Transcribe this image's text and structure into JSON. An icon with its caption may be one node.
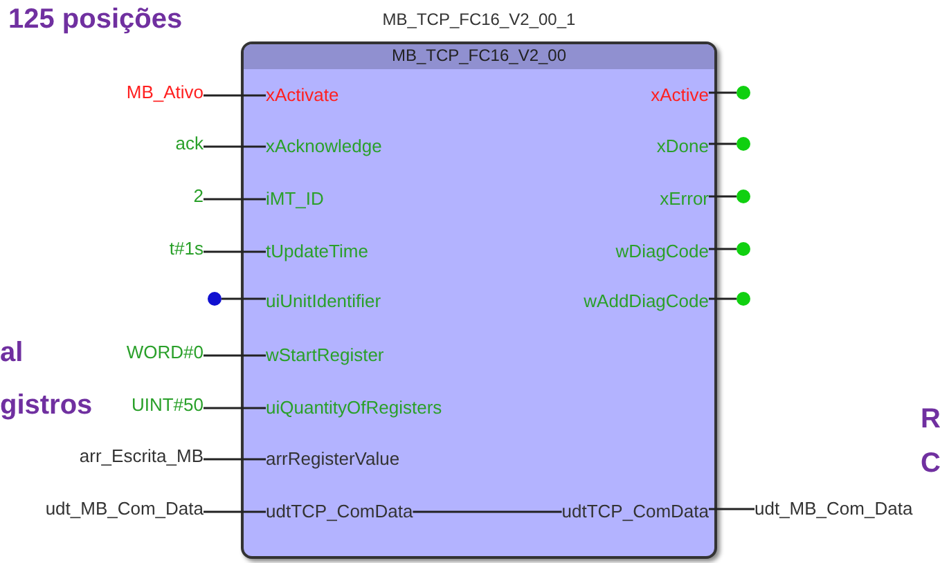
{
  "diagram": {
    "nodes": [
      {
        "text": [
          "MB_TCP_FC16_V2_00_1",
          "MB_TCP_FC16_V2_00"
        ]
      },
      {
        "text": [
          "MB_Ativo"
        ]
      },
      {
        "text": [
          "xActivate"
        ],
        "in": 0
      },
      {
        "text": [
          "xActive"
        ],
        "in": 0
      },
      {
        "text": [],
        "shape": "circle"
      },
      {
        "text": [
          "ack"
        ]
      },
      {
        "text": [
          "xAcknowledge"
        ],
        "in": 0
      },
      {
        "text": [
          "xDone"
        ],
        "in": 0
      },
      {
        "text": [],
        "shape": "circle"
      },
      {
        "text": [
          "2"
        ]
      },
      {
        "text": [
          "iMT_ID"
        ],
        "in": 0
      },
      {
        "text": [
          "xError"
        ],
        "in": 0
      },
      {
        "text": [],
        "shape": "circle"
      },
      {
        "text": [
          "t#1s"
        ]
      },
      {
        "text": [
          "tUpdateTime"
        ],
        "in": 0
      },
      {
        "text": [
          "wDiagCode"
        ],
        "in": 0
      },
      {
        "text": [],
        "shape": "circle"
      },
      {
        "text": [],
        "shape": "circle"
      },
      {
        "text": [
          "uiUnitIdentifier"
        ],
        "in": 0
      },
      {
        "text": [
          "wAddDiagCode"
        ],
        "in": 0
      },
      {
        "text": [],
        "shape": "circle"
      },
      {
        "text": [
          "WORD#0"
        ]
      },
      {
        "text": [
          "wStartRegister"
        ],
        "in": 0
      },
      {
        "text": [
          "UINT#50"
        ]
      },
      {
        "text": [
          "uiQuantityOfRegisters"
        ],
        "in": 0
      },
      {
        "text": [
          "arr_Escrita_MB"
        ]
      },
      {
        "text": [
          "arrRegisterValue"
        ],
        "in": 0
      },
      {
        "text": [
          "udt_MB_Com_Data"
        ]
      },
      {
        "text": [
          "udtTCP_ComData"
        ],
        "in": 0
      },
      {
        "text": [
          "udtTCP_ComData"
        ],
        "in": 0
      },
      {
        "text": [
          "udt_MB_Com_Data"
        ]
      }
    ],
    "edges": [
      {
        "from": 1,
        "to": 2,
        "arrow": "none"
      },
      {
        "from": 3,
        "to": 4,
        "arrow": "none"
      },
      {
        "from": 5,
        "to": 6,
        "arrow": "none"
      },
      {
        "from": 7,
        "to": 8,
        "arrow": "none"
      },
      {
        "from": 9,
        "to": 10,
        "arrow": "none"
      },
      {
        "from": 11,
        "to": 12,
        "arrow": "none"
      },
      {
        "from": 13,
        "to": 14,
        "arrow": "none"
      },
      {
        "from": 15,
        "to": 16,
        "arrow": "none"
      },
      {
        "from": 17,
        "to": 18,
        "arrow": "none"
      },
      {
        "from": 19,
        "to": 20,
        "arrow": "none"
      },
      {
        "from": 21,
        "to": 22,
        "arrow": "none"
      },
      {
        "from": 23,
        "to": 24,
        "arrow": "none"
      },
      {
        "from": 25,
        "to": 26,
        "arrow": "none"
      },
      {
        "from": 27,
        "to": 28,
        "arrow": "none"
      },
      {
        "from": 28,
        "to": 29,
        "arrow": "none"
      },
      {
        "from": 29,
        "to": 30,
        "arrow": "none"
      }
    ],
    "labels": [
      "125 posições",
      "al",
      "gistros",
      "R",
      "C"
    ]
  }
}
